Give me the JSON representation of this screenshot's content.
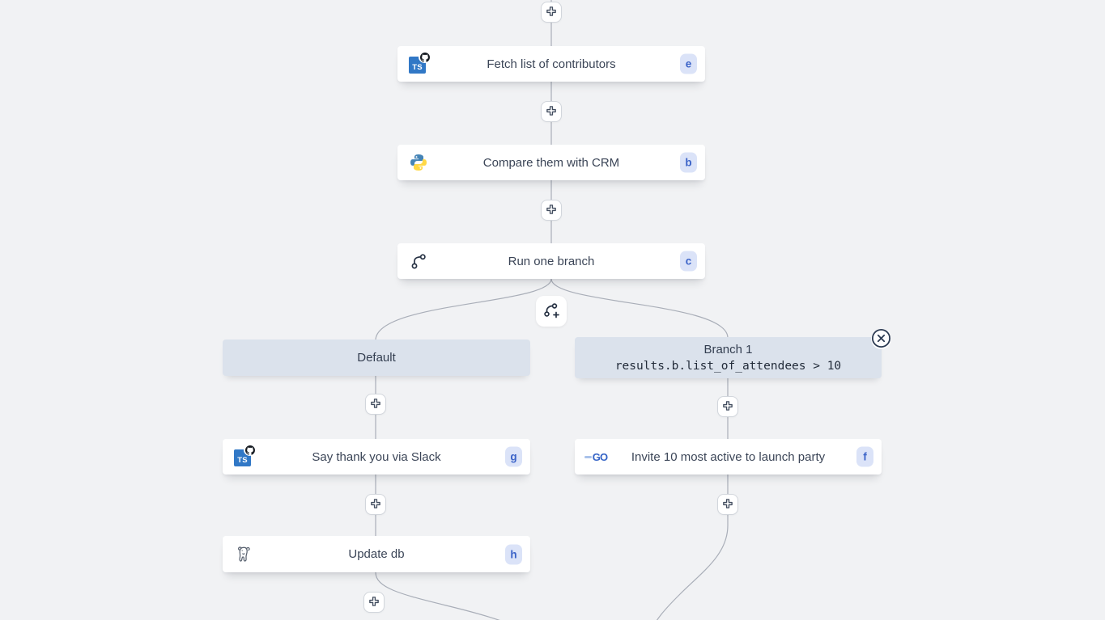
{
  "canvas": {
    "background_color": "#f1f2f4",
    "connector_color": "#a9aeb8"
  },
  "nodes": {
    "fetch": {
      "label": "Fetch list of contributors",
      "badge": "e",
      "icon": "typescript-github"
    },
    "compare": {
      "label": "Compare them with CRM",
      "badge": "b",
      "icon": "python"
    },
    "run_branch": {
      "label": "Run one branch",
      "badge": "c",
      "icon": "git-branch"
    },
    "slack": {
      "label": "Say thank you via Slack",
      "badge": "g",
      "icon": "typescript-github"
    },
    "update_db": {
      "label": "Update db",
      "badge": "h",
      "icon": "postgresql"
    },
    "invite": {
      "label": "Invite 10 most active to launch party",
      "badge": "f",
      "icon": "golang"
    }
  },
  "branches": {
    "default_label": "Default",
    "branch1_title": "Branch 1",
    "branch1_condition": "results.b.list_of_attendees > 10"
  },
  "icons": {
    "typescript_label": "TS",
    "go_label": "GO"
  },
  "colors": {
    "badge_bg": "#dbe3f8",
    "badge_text": "#3b63c8",
    "branch_header_bg": "#dbe2ec",
    "typescript_blue": "#3178c6",
    "python_blue": "#4584b6",
    "python_yellow": "#ffd845",
    "node_text": "#3b4557"
  }
}
